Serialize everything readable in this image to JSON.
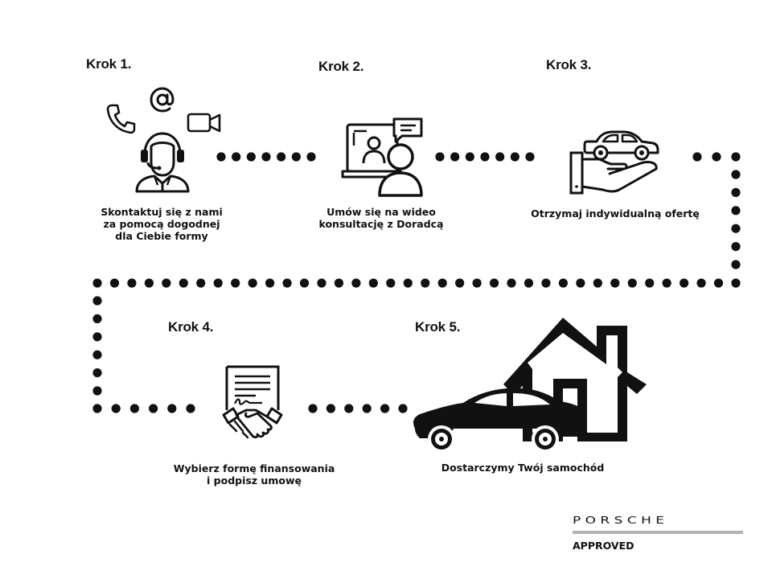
{
  "steps": [
    {
      "title": "Krok 1.",
      "description": "Skontaktuj się z nami\nza pomocą dogodnej\ndla Ciebie formy"
    },
    {
      "title": "Krok 2.",
      "description": "Umów się na wideo\nkonsultację z Doradcą"
    },
    {
      "title": "Krok 3.",
      "description": "Otrzymaj indywidualną ofertę"
    },
    {
      "title": "Krok 4.",
      "description": "Wybierz formę finansowania\ni podpisz umowę"
    },
    {
      "title": "Krok 5.",
      "description": "Dostarczymy Twój samochód"
    }
  ],
  "brand": {
    "name": "PORSCHE",
    "tagline": "APPROVED"
  },
  "colors": {
    "ink": "#111111",
    "brand_rule": "#b3b3b3",
    "background": "#ffffff"
  },
  "icons": [
    "phone-icon",
    "at-sign-icon",
    "video-camera-icon",
    "headset-consultant-icon",
    "video-consultation-icon",
    "hand-offering-car-icon",
    "contract-handshake-icon",
    "car-and-house-icon"
  ]
}
